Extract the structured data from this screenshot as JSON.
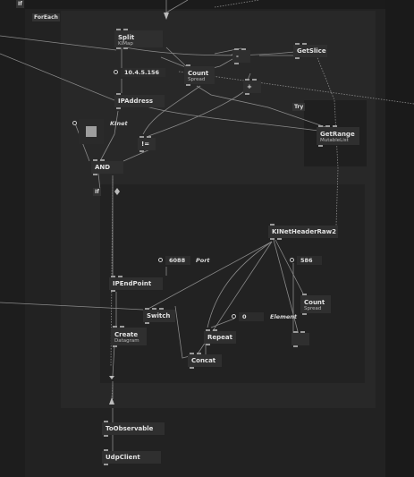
{
  "top_badge": "If",
  "regions": {
    "foreach_label": "ForEach",
    "try_label": "Try",
    "if_label": "If"
  },
  "nodes": {
    "split": {
      "title": "Split",
      "sub": "KIMap"
    },
    "count_spread": {
      "title": "Count",
      "sub": "Spread"
    },
    "getslice": {
      "title": "GetSlice"
    },
    "plus": {
      "title": "+"
    },
    "minus": {
      "title": "-"
    },
    "ipaddress": {
      "title": "IPAddress"
    },
    "getrange": {
      "title": "GetRange",
      "sub": "MutableList"
    },
    "not_equal": {
      "title": "!="
    },
    "and": {
      "title": "AND"
    },
    "knet_header": {
      "title": "KINetHeaderRaw2"
    },
    "ipendpoint": {
      "title": "IPEndPoint"
    },
    "switch": {
      "title": "Switch"
    },
    "count_spread_2": {
      "title": "Count",
      "sub": "Spread"
    },
    "create_datagram": {
      "title": "Create",
      "sub": "Datagram"
    },
    "repeat": {
      "title": "Repeat"
    },
    "concat": {
      "title": "Concat"
    },
    "toobservable": {
      "title": "ToObservable"
    },
    "udpclient": {
      "title": "UdpClient"
    }
  },
  "values": {
    "ip": "10.4.5.156",
    "port": "6088",
    "port_label": "Port",
    "size": "586",
    "element": "0",
    "element_label": "Element",
    "kinet_label": "KInet"
  }
}
